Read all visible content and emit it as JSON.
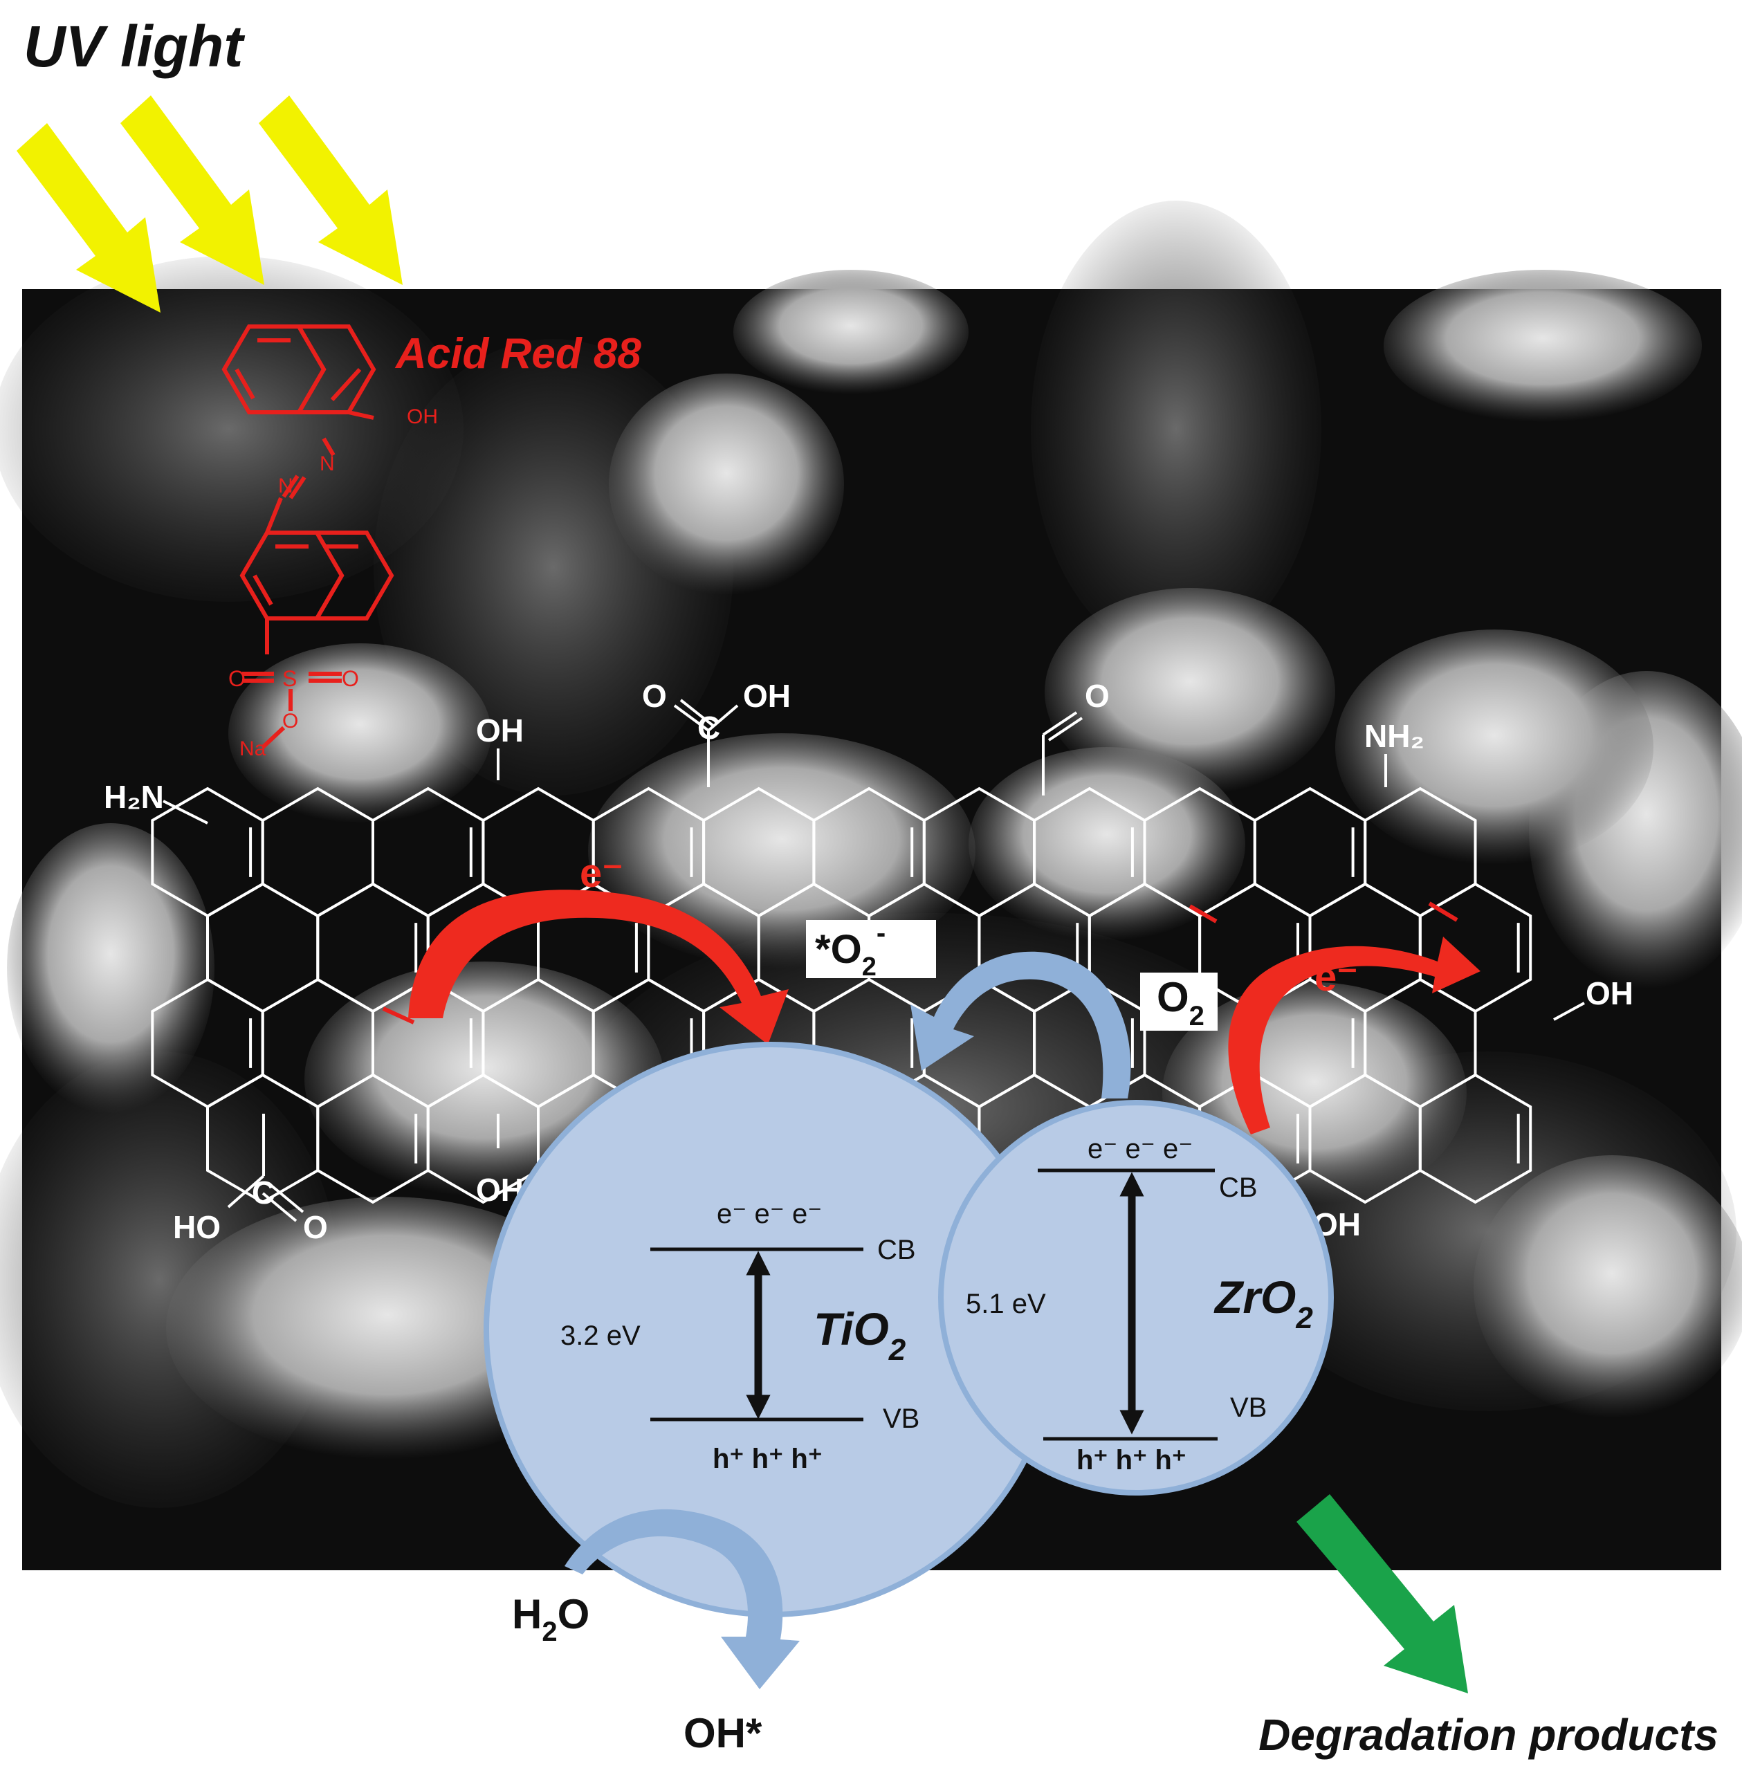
{
  "header": {
    "uv_light": "UV light"
  },
  "dye": {
    "name": "Acid Red 88",
    "oh": "OH",
    "n1": "N",
    "n2": "N",
    "o_left": "O",
    "s": "S",
    "o_right": "O",
    "o_bottom": "O",
    "na": "Na"
  },
  "graphene_groups": {
    "h2n_left": "H₂N",
    "oh_top": "OH",
    "carboxyl_top_o": "O",
    "carboxyl_top_c": "C",
    "carboxyl_top_oh": "OH",
    "aldehyde_o": "O",
    "nh2_right": "NH₂",
    "oh_right": "OH",
    "oh_bottom_left": "OH",
    "carboxyl_bottom_ho": "HO",
    "carboxyl_bottom_c": "C",
    "carboxyl_bottom_o": "O",
    "oh_bottom_right": "OH"
  },
  "transfer": {
    "electron_left": "e⁻",
    "electron_right": "e⁻",
    "superoxide": "*O",
    "superoxide_sub": "2",
    "superoxide_sup": "-",
    "oxygen": "O",
    "oxygen_sub": "2"
  },
  "tio2": {
    "name": "TiO",
    "name_sub": "2",
    "band_gap": "3.2 eV",
    "electrons": "e⁻ e⁻ e⁻",
    "cb": "CB",
    "vb": "VB",
    "holes": "h⁺ h⁺ h⁺"
  },
  "zro2": {
    "name": "ZrO",
    "name_sub": "2",
    "band_gap": "5.1 eV",
    "electrons": "e⁻ e⁻ e⁻",
    "cb": "CB",
    "vb": "VB",
    "holes": "h⁺ h⁺ h⁺"
  },
  "products": {
    "water": "H",
    "water_sub": "2",
    "water_end": "O",
    "hydroxyl": "OH*",
    "degradation": "Degradation products"
  },
  "colors": {
    "uv_arrow": "#f2f200",
    "dye": "#e8201c",
    "electron_arrow": "#ee2a1f",
    "particle_fill": "#b8cbe6",
    "particle_stroke": "#8fb0d8",
    "flow_arrow": "#8fb0d8",
    "product_arrow": "#1aa34a",
    "background_photo": "#0d0d0d"
  }
}
